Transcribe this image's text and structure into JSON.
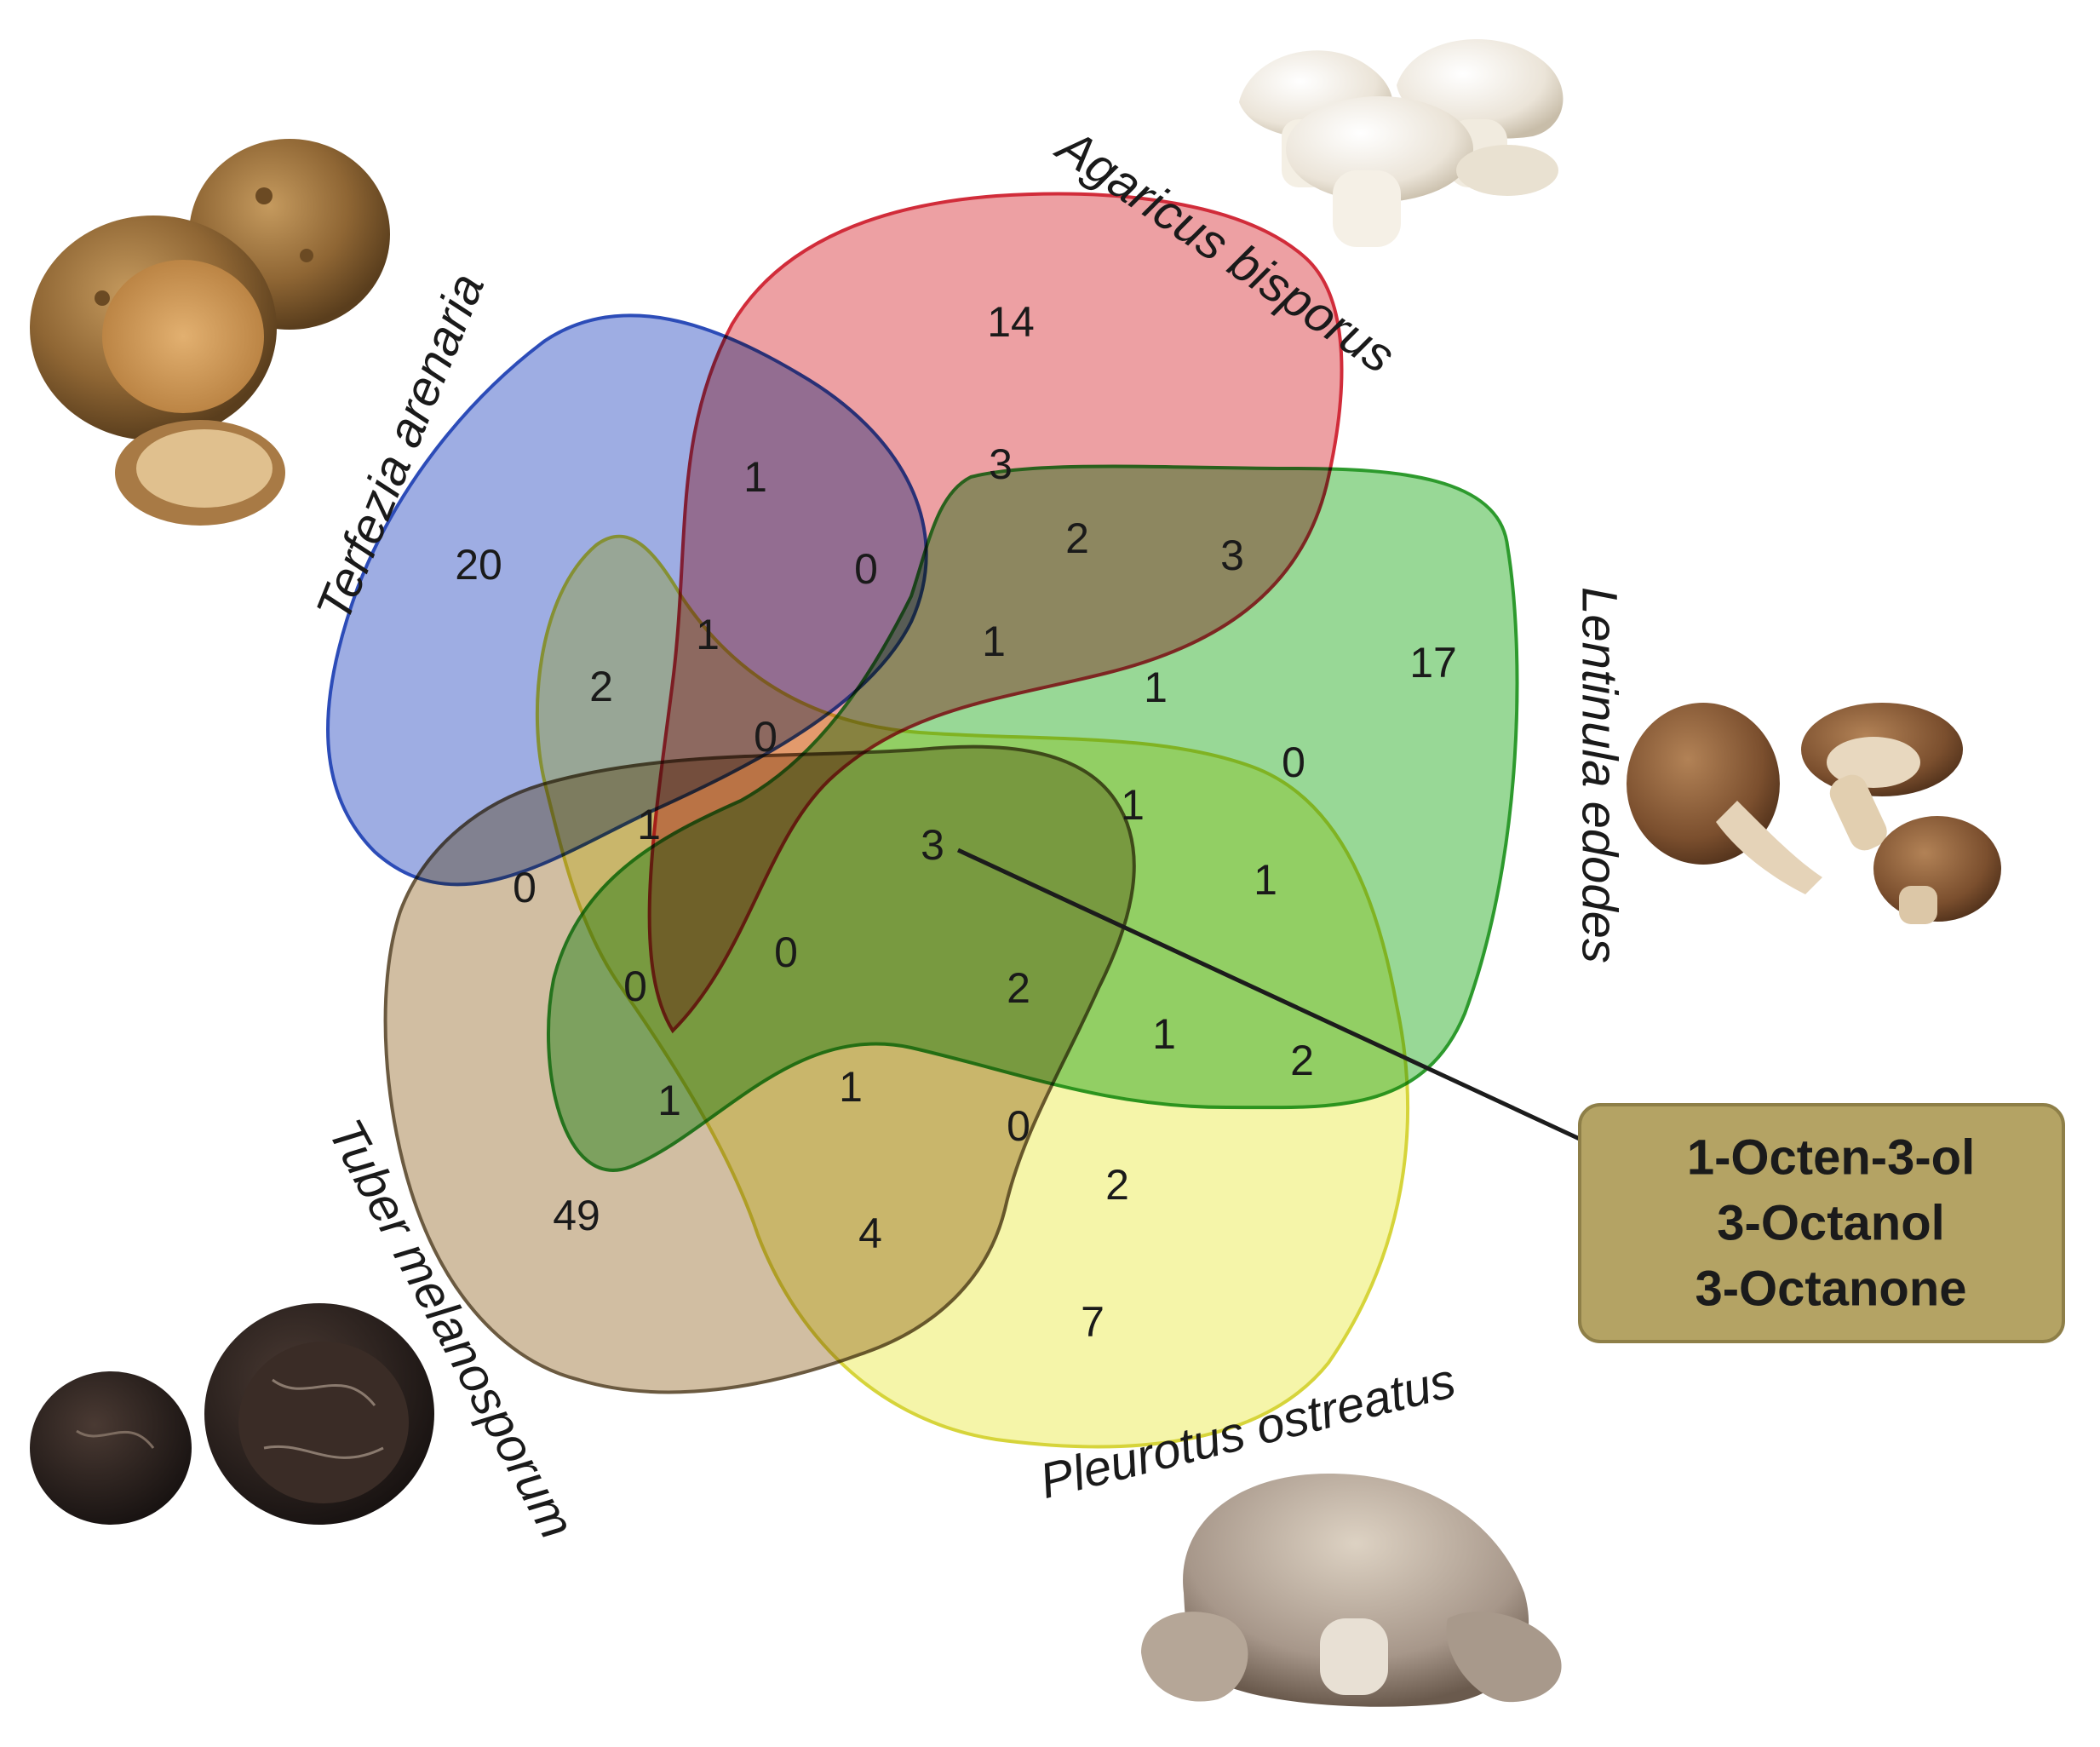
{
  "species": {
    "terfezia": {
      "label": "Terfezia arenaria",
      "color": "#2c4cb8",
      "fill": "#8d9fde"
    },
    "agaricus": {
      "label": "Agaricus bisporus",
      "color": "#d12c3a",
      "fill": "#ea8f93"
    },
    "lentinula": {
      "label": "Lentinula edodes",
      "color": "#2d9a2d",
      "fill": "#86d184"
    },
    "pleurotus": {
      "label": "Pleurotus ostreatus",
      "color": "#d6d43a",
      "fill": "#f3f39a"
    },
    "tuber": {
      "label": "Tuber melanosporum",
      "color": "#6b5a40",
      "fill": "#c9b392"
    }
  },
  "counts": {
    "terfezia_only": "20",
    "agaricus_only": "14",
    "lentinula_only": "17",
    "pleurotus_only": "7",
    "tuber_only": "49",
    "c_1_a": "1",
    "c_3_a": "3",
    "c_2_a": "2",
    "c_3_b": "3",
    "c_0_a": "0",
    "c_1_b": "1",
    "c_1_c": "1",
    "c_2_b": "2",
    "c_1_d": "1",
    "c_0_b": "0",
    "c_0_c": "0",
    "c_1_e": "1",
    "c_1_f": "1",
    "c_3_center": "3",
    "c_1_g": "1",
    "c_0_d": "0",
    "c_0_e": "0",
    "c_0_f": "0",
    "c_2_c": "2",
    "c_1_h": "1",
    "c_2_d": "2",
    "c_1_i": "1",
    "c_1_j": "1",
    "c_0_g": "0",
    "c_2_e": "2",
    "c_4_a": "4"
  },
  "callout": {
    "lines": [
      "1-Octen-3-ol",
      "3-Octanol",
      "3-Octanone"
    ],
    "fill": "#b4a364",
    "border": "#8e7f48"
  },
  "icons": {
    "terfezia": "desert-truffle-photo",
    "agaricus": "white-button-mushroom-photo",
    "lentinula": "shiitake-mushroom-photo",
    "pleurotus": "oyster-mushroom-photo",
    "tuber": "black-truffle-photo"
  }
}
